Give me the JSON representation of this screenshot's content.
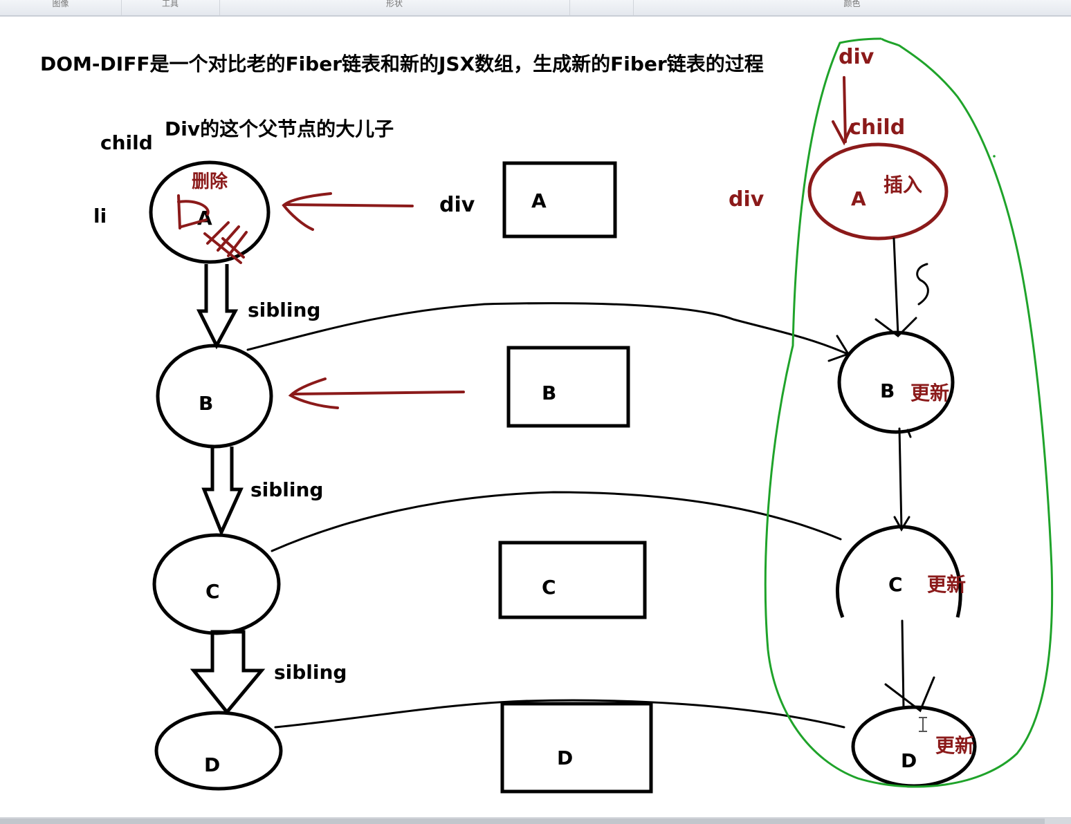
{
  "ribbon": {
    "groups": [
      "图像",
      "工具",
      "形状",
      "颜色"
    ]
  },
  "title": "DOM-DIFF是一个对比老的Fiber链表和新的JSX数组，生成新的Fiber链表的过程",
  "labels": {
    "child_left": "child",
    "first_child_note": "Div的这个父节点的大儿子",
    "li": "li",
    "delete": "删除",
    "div_mid": "div",
    "div_red": "div",
    "div_top": "div",
    "child_top": "child",
    "insert": "插入",
    "sibling_1": "sibling",
    "sibling_2": "sibling",
    "sibling_3": "sibling",
    "update_b": "更新",
    "update_c": "更新",
    "update_d": "更新"
  },
  "old_fiber_nodes": [
    "A",
    "B",
    "C",
    "D"
  ],
  "jsx_boxes": [
    "A",
    "B",
    "C",
    "D"
  ],
  "new_fiber_nodes": [
    "A",
    "B",
    "C",
    "D"
  ],
  "colors": {
    "ink": "#000000",
    "red": "#8b1a1a",
    "green": "#1fa32a"
  }
}
